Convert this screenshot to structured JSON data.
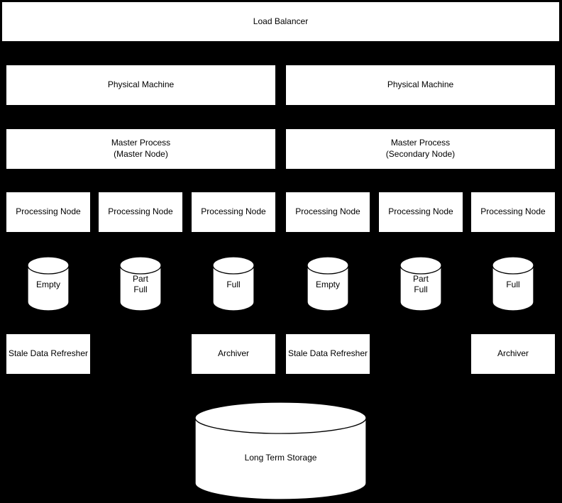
{
  "diagram": {
    "colors": {
      "background": "#000000",
      "shape_fill": "#ffffff",
      "shape_stroke": "#000000",
      "text": "#000000"
    },
    "load_balancer": {
      "label": "Load Balancer"
    },
    "physical_machines": [
      {
        "label": "Physical Machine"
      },
      {
        "label": "Physical Machine"
      }
    ],
    "master_processes": [
      {
        "label": "Master Process\n(Master Node)"
      },
      {
        "label": "Master Process\n(Secondary Node)"
      }
    ],
    "processing_nodes": [
      {
        "label": "Processing Node"
      },
      {
        "label": "Processing Node"
      },
      {
        "label": "Processing Node"
      },
      {
        "label": "Processing Node"
      },
      {
        "label": "Processing Node"
      },
      {
        "label": "Processing Node"
      }
    ],
    "buffers": [
      {
        "label": "Empty"
      },
      {
        "label": "Part Full"
      },
      {
        "label": "Full"
      },
      {
        "label": "Empty"
      },
      {
        "label": "Part Full"
      },
      {
        "label": "Full"
      }
    ],
    "workers": [
      {
        "label": "Stale Data Refresher"
      },
      {
        "label": "Archiver"
      },
      {
        "label": "Stale Data Refresher"
      },
      {
        "label": "Archiver"
      }
    ],
    "long_term_storage": {
      "label": "Long Term Storage"
    }
  }
}
